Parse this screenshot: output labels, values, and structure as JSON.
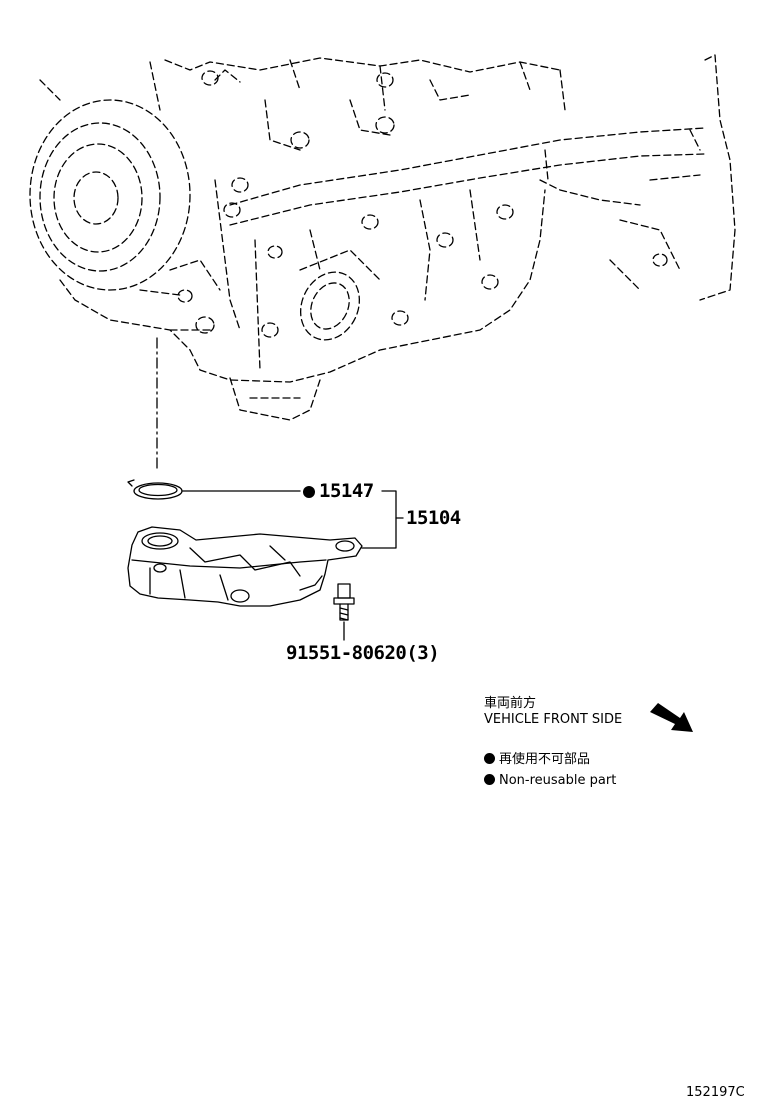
{
  "parts": {
    "gasket": {
      "number": "15147",
      "non_reusable": true
    },
    "assembly": {
      "number": "15104"
    },
    "bolt": {
      "number": "91551-80620",
      "quantity": "(3)"
    }
  },
  "legend": {
    "front_side_jp": "車両前方",
    "front_side_en": "VEHICLE FRONT SIDE",
    "non_reusable_jp": "再使用不可部品",
    "non_reusable_en": "Non-reusable part"
  },
  "figure_id": "152197C",
  "icons": {
    "front_arrow": "arrow-down-right-icon",
    "non_reusable_marker": "filled-circle-icon"
  },
  "colors": {
    "line": "#000000",
    "background": "#ffffff"
  }
}
